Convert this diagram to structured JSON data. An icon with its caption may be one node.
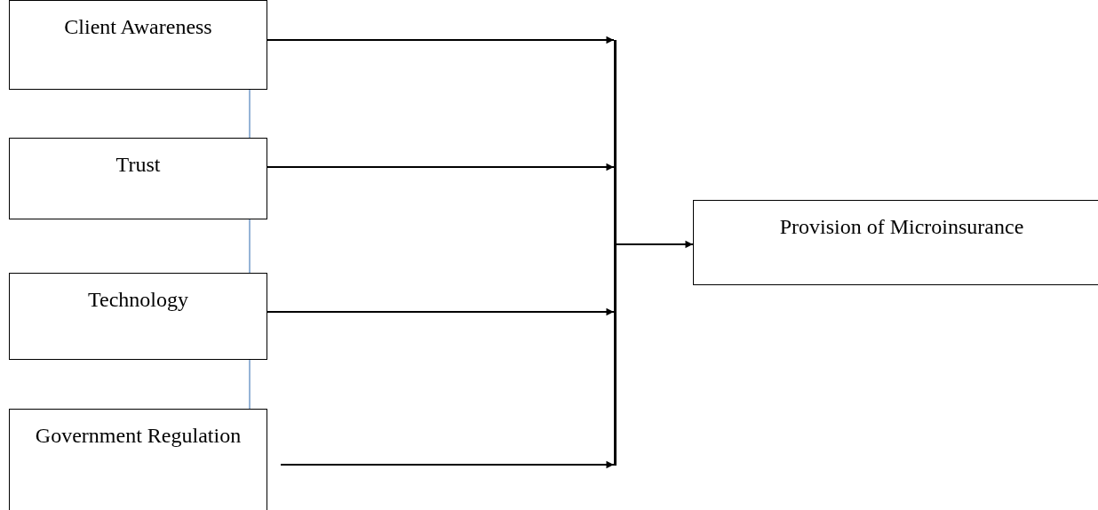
{
  "diagram": {
    "nodes": [
      {
        "text": [
          "Client Awareness"
        ]
      },
      {
        "text": [
          "Trust"
        ]
      },
      {
        "text": [
          "Technology"
        ]
      },
      {
        "text": [
          "Government Regulation"
        ]
      },
      {
        "text": [],
        "shape": "bar"
      },
      {
        "text": [
          "Provision of Microinsurance"
        ]
      }
    ],
    "edges": [
      {
        "from": 0,
        "to": 4,
        "arrow": "to"
      },
      {
        "from": 1,
        "to": 4,
        "arrow": "to"
      },
      {
        "from": 2,
        "to": 4,
        "arrow": "to"
      },
      {
        "from": 3,
        "to": 4,
        "arrow": "to"
      },
      {
        "from": 4,
        "to": 5,
        "arrow": "to"
      },
      {
        "from": 0,
        "to": 1,
        "arrow": "none",
        "color": "#4f81bd"
      },
      {
        "from": 1,
        "to": 2,
        "arrow": "none",
        "color": "#4f81bd"
      },
      {
        "from": 2,
        "to": 3,
        "arrow": "none",
        "color": "#4f81bd"
      }
    ]
  }
}
